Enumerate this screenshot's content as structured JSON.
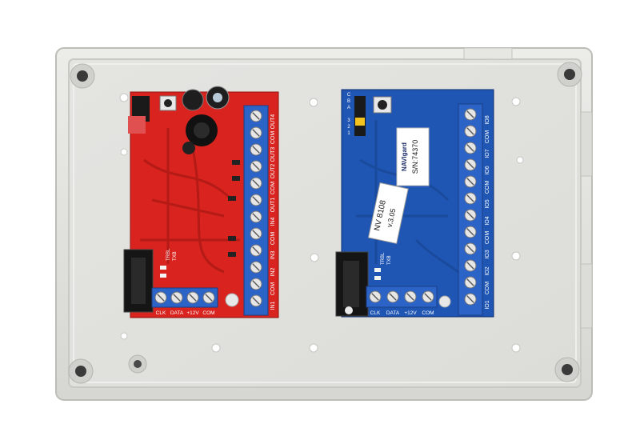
{
  "photo": {
    "enclosure_color": "#e2e2de",
    "red_board_color": "#d8231e",
    "blue_board_color": "#1f56b4",
    "terminal_color": "#2c63c6"
  },
  "red_board": {
    "terminal_labels": [
      "OUT4",
      "COM",
      "OUT3",
      "OUT2",
      "COM",
      "OUT1",
      "IN4",
      "COM",
      "IN3",
      "IN2",
      "COM",
      "IN1"
    ],
    "led_labels": [
      "TRBL",
      "TXB"
    ],
    "bottom_labels": [
      "CLK",
      "DATA",
      "+12V",
      "COM"
    ]
  },
  "blue_board": {
    "terminal_labels": [
      "IO8",
      "COM",
      "IO7",
      "IO6",
      "COM",
      "IO5",
      "IO4",
      "COM",
      "IO3",
      "IO2",
      "COM",
      "IO1"
    ],
    "jumper_labels": [
      "1",
      "2",
      "3",
      "A",
      "B",
      "C"
    ],
    "led_labels": [
      "TRBL",
      "TXB"
    ],
    "bottom_labels": [
      "CLK",
      "DATA",
      "+12V",
      "COM"
    ],
    "brand": "NAVIgard",
    "serial": "S/N:74370",
    "sticker_model": "NV 8108",
    "sticker_version": "v.3.05"
  }
}
